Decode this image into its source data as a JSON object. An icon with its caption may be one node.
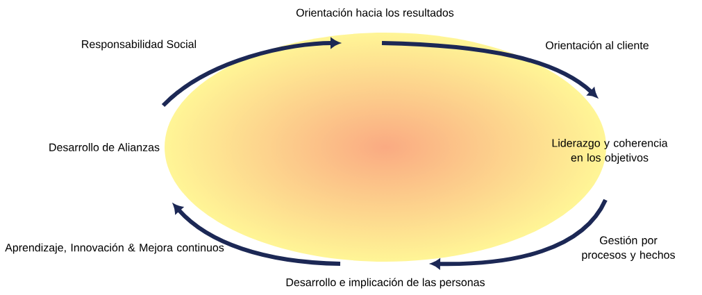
{
  "diagram": {
    "labels": [
      "Orientación hacia los resultados",
      "Responsabilidad Social",
      "Orientación al cliente",
      "Desarrollo de Alianzas",
      "Liderazgo y coherencia en los objetivos",
      "Aprendizaje, Innovación & Mejora continuos",
      "Gestión por procesos y hechos",
      "Desarrollo e implicación de las personas"
    ]
  }
}
